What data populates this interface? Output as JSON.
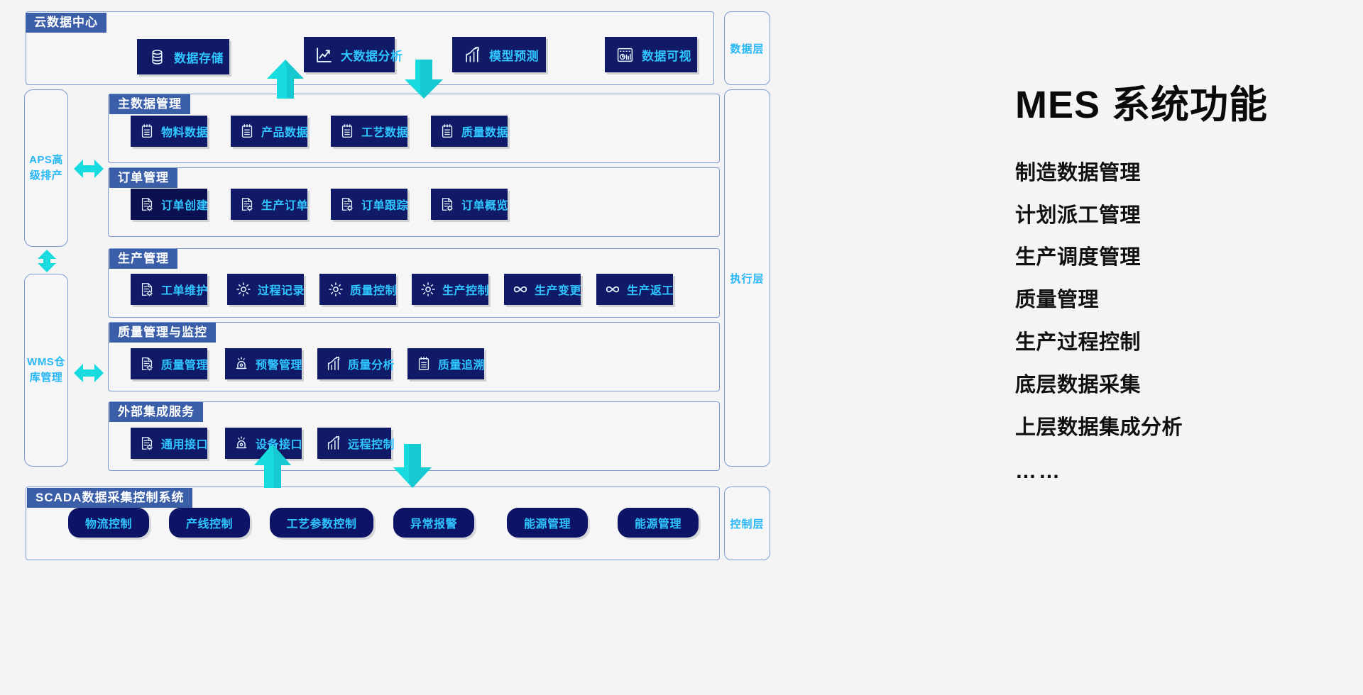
{
  "diagram": {
    "cloud_section": {
      "caption": "云数据中心",
      "chips": [
        {
          "label": "数据存储",
          "icon": "database-icon"
        },
        {
          "label": "大数据分析",
          "icon": "line-chart-icon"
        },
        {
          "label": "模型预测",
          "icon": "trend-bars-icon"
        },
        {
          "label": "数据可视",
          "icon": "dashboard-report-icon"
        }
      ]
    },
    "groups": [
      {
        "caption": "主数据管理",
        "chips": [
          {
            "label": "物料数据",
            "icon": "clipboard-list-icon"
          },
          {
            "label": "产品数据",
            "icon": "clipboard-list-icon"
          },
          {
            "label": "工艺数据",
            "icon": "clipboard-list-icon"
          },
          {
            "label": "质量数据",
            "icon": "clipboard-list-icon"
          }
        ]
      },
      {
        "caption": "订单管理",
        "chips": [
          {
            "label": "订单创建",
            "icon": "document-gear-icon"
          },
          {
            "label": "生产订单",
            "icon": "document-gear-icon"
          },
          {
            "label": "订单跟踪",
            "icon": "document-gear-icon"
          },
          {
            "label": "订单概览",
            "icon": "document-gear-icon"
          }
        ]
      },
      {
        "caption": "生产管理",
        "chips": [
          {
            "label": "工单维护",
            "icon": "document-gear-icon"
          },
          {
            "label": "过程记录",
            "icon": "gear-icon"
          },
          {
            "label": "质量控制",
            "icon": "gear-icon"
          },
          {
            "label": "生产控制",
            "icon": "gear-icon"
          },
          {
            "label": "生产变更",
            "icon": "infinity-icon"
          },
          {
            "label": "生产返工",
            "icon": "infinity-icon"
          }
        ]
      },
      {
        "caption": "质量管理与监控",
        "chips": [
          {
            "label": "质量管理",
            "icon": "document-gear-icon"
          },
          {
            "label": "预警管理",
            "icon": "alarm-lamp-icon"
          },
          {
            "label": "质量分析",
            "icon": "trend-bars-icon"
          },
          {
            "label": "质量追溯",
            "icon": "clipboard-list-icon"
          }
        ]
      },
      {
        "caption": "外部集成服务",
        "chips": [
          {
            "label": "通用接口",
            "icon": "document-gear-icon"
          },
          {
            "label": "设备接口",
            "icon": "alarm-lamp-icon"
          },
          {
            "label": "远程控制",
            "icon": "trend-bars-icon"
          }
        ]
      }
    ],
    "scada_section": {
      "caption": "SCADA数据采集控制系统",
      "pills": [
        {
          "label": "物流控制"
        },
        {
          "label": "产线控制"
        },
        {
          "label": "工艺参数控制"
        },
        {
          "label": "异常报警"
        },
        {
          "label": "能源管理"
        },
        {
          "label": "能源管理"
        }
      ]
    },
    "side_boxes": [
      {
        "label": "APS高级排产"
      },
      {
        "label": "WMS仓库管理"
      }
    ],
    "layer_labels": [
      {
        "label": "数据层"
      },
      {
        "label": "执行层"
      },
      {
        "label": "控制层"
      }
    ]
  },
  "right_panel": {
    "title": "MES 系统功能",
    "items": [
      "制造数据管理",
      "计划派工管理",
      "生产调度管理",
      "质量管理",
      "生产过程控制",
      "底层数据采集",
      "上层数据集成分析",
      "……"
    ]
  },
  "colors": {
    "chip_bg": "#101a66",
    "chip_text": "#2fc6ff",
    "caption_bg": "#3b5ea8",
    "frame_border": "#7b9bd1",
    "arrow_cyan": "#18dbe0",
    "page_bg": "#f4f4f4"
  }
}
